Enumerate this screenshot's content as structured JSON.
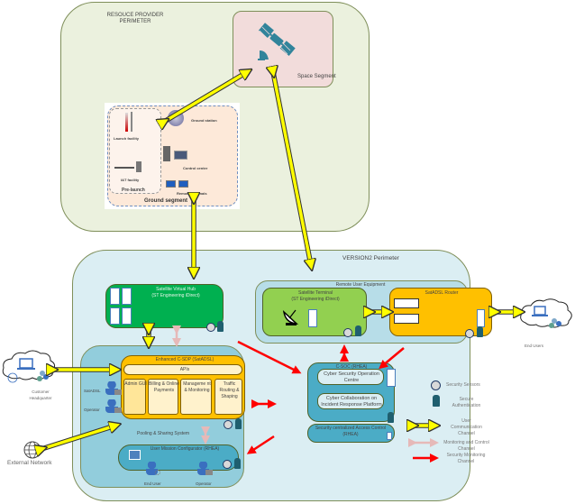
{
  "resource_provider": {
    "title": "RESOUCE PROVIDER PERIMETER",
    "space_segment": {
      "label": "Space Segment",
      "icon": "satellite-icon"
    },
    "ground_segment": {
      "label": "Ground segment",
      "prelaunch_label": "Pre-launch",
      "launch_facility": "Launch facility",
      "it_facility": "I&T facility",
      "ground_station": "Ground station",
      "control_center": "Control center",
      "remote_terminals": "Remote terminals"
    }
  },
  "version2": {
    "title": "VERSION2 Perimeter",
    "satellite_hub": {
      "title": "Satellite Virtual Hub",
      "subtitle": "(ST Engineering iDirect)"
    },
    "remote_user_equipment": {
      "title": "Remote User Equipment",
      "terminal": {
        "title": "Satellite Terminal",
        "subtitle": "(ST Engineering iDirect)"
      },
      "router": {
        "title": "SatADSL Router"
      }
    },
    "pooling": {
      "label": "Pooling & Sharing System",
      "csdp": {
        "title": "Enhanced C-SDP (SatADSL)",
        "apis": "APIs",
        "modules": [
          "Admin GUI",
          "Billing & Online Payments",
          "Manageme nt & Monitoring",
          "Traffic Routing & Shaping"
        ]
      },
      "actors": [
        "SatADSL",
        "Operator"
      ],
      "umc": {
        "title": "User Mission Configurator (RHEA)",
        "actors": [
          "End User",
          "Operator"
        ]
      }
    },
    "csoc": {
      "title": "C-SOC (RHEA)",
      "boxes": [
        "Cyber Security Operation Centre",
        "Cyber Collaboration on Incident Response Platform"
      ]
    },
    "sac": {
      "title": "Security centralized Access Control (RHEA)"
    }
  },
  "external": {
    "customer_hq": "Customer Headquarter",
    "external_network": "External Network",
    "end_users": "End Users"
  },
  "legend": {
    "items": [
      {
        "label": "Security Sensors",
        "icon": "security-sensor-icon"
      },
      {
        "label": "Secure Authentication",
        "icon": "secure-authentication-icon"
      },
      {
        "label": "User Communication Channel",
        "color": "#ffff00"
      },
      {
        "label": "Monitoring and Control Channel",
        "color": "#e6b9b8"
      },
      {
        "label": "Security Monitoring Channel",
        "color": "#ff0000"
      }
    ]
  },
  "colors": {
    "user_channel": "#ffff00",
    "monitoring_channel": "#e6b9b8",
    "security_channel": "#ff0000",
    "provider_bg": "#ebf1de",
    "version2_bg": "#dbeef3"
  }
}
